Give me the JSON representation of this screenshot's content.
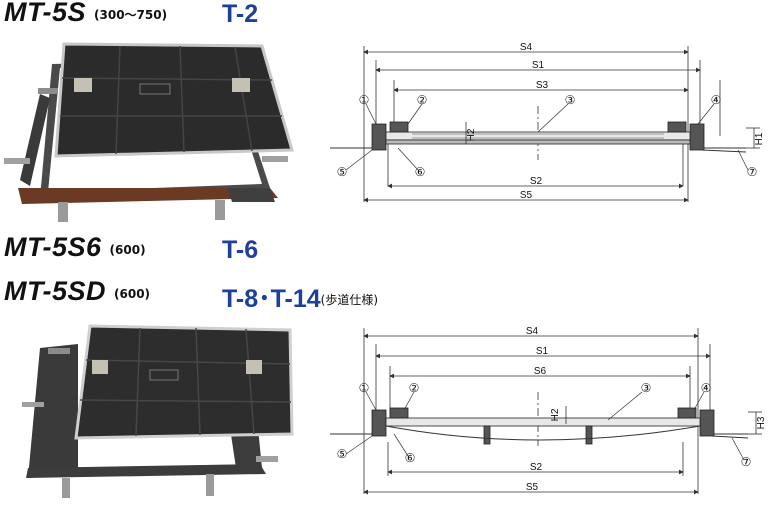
{
  "headings": {
    "mt5s": {
      "model": "MT-5S",
      "range": "(300～750)",
      "load": "T-2"
    },
    "mt5s6": {
      "model": "MT-5S6",
      "range": "(600)",
      "load": "T-6"
    },
    "mt5sd": {
      "model": "MT-5SD",
      "range": "(600)",
      "load": "T-8･T-14",
      "note": "(歩道仕様)"
    }
  },
  "diagram_top": {
    "dimensions": {
      "s4": "S4",
      "s1": "S1",
      "s3": "S3",
      "h2": "H2",
      "h1": "H1",
      "s2": "S2",
      "s5": "S5"
    },
    "callouts": [
      "①",
      "②",
      "③",
      "④",
      "⑤",
      "⑥",
      "⑦"
    ]
  },
  "diagram_bottom": {
    "dimensions": {
      "s4": "S4",
      "s1": "S1",
      "s6": "S6",
      "h2": "H2",
      "h3": "H3",
      "s2": "S2",
      "s5": "S5"
    },
    "callouts": [
      "①",
      "②",
      "③",
      "④",
      "⑤",
      "⑥",
      "⑦"
    ]
  }
}
